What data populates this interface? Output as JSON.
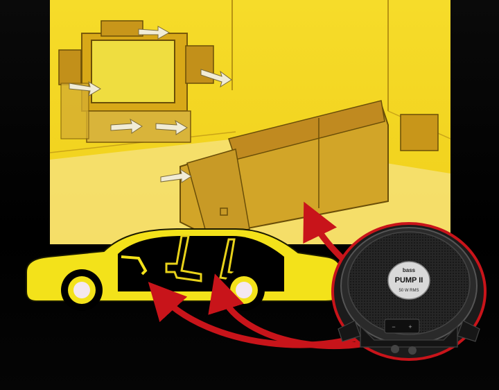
{
  "scene": {
    "description_colors": {
      "panel_yellow": "#f2d21e",
      "car_yellow": "#f3e21a",
      "arrow_red": "#c8141a",
      "speaker_dark": "#1b1b1b"
    }
  },
  "speaker": {
    "brand_top": "bass",
    "brand_main": "PUMP II",
    "rating": "50 W RMS",
    "terminal_minus": "−",
    "terminal_plus": "+"
  }
}
